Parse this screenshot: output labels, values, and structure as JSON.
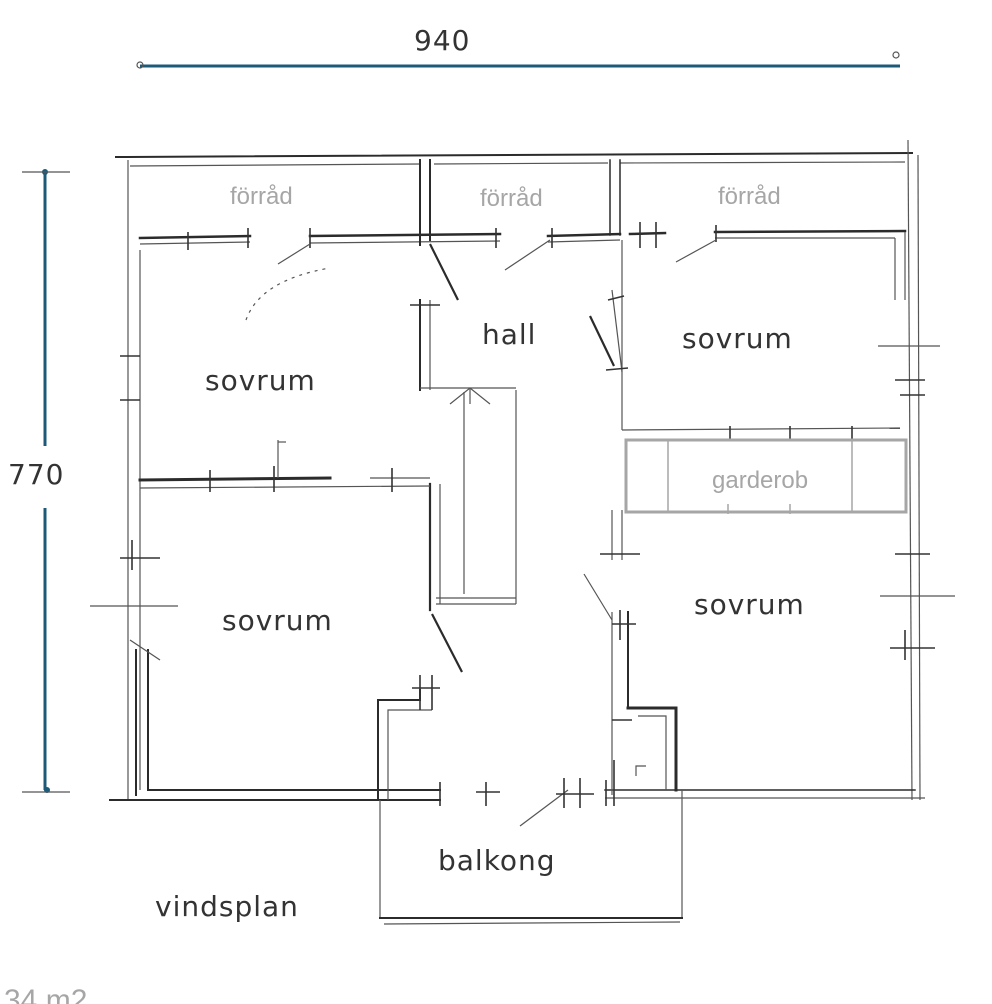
{
  "dimensions": {
    "width_label": "940",
    "height_label": "770",
    "line_color": "#1d5a78"
  },
  "rooms": {
    "storage_left": "förråd",
    "storage_middle": "förråd",
    "storage_right": "förråd",
    "hall": "hall",
    "bedroom_upper_left": "sovrum",
    "bedroom_upper_right": "sovrum",
    "wardrobe": "garderob",
    "bedroom_lower_left": "sovrum",
    "bedroom_lower_right": "sovrum",
    "balcony": "balkong",
    "attic": "vindsplan"
  },
  "area_label": "34 m2"
}
